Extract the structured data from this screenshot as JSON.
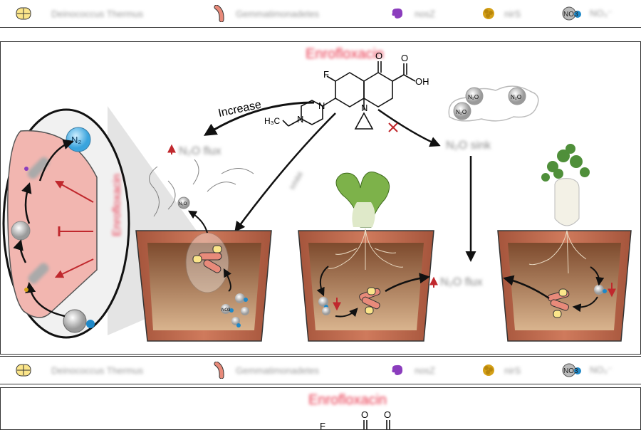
{
  "legend": {
    "items": [
      {
        "label": "Deinococcus Thermus",
        "icon": "yellow-cell-icon"
      },
      {
        "label": "Gemmatimonadetes",
        "icon": "red-rod-bacteria-icon"
      },
      {
        "label": "nosZ",
        "icon": "purple-protein-icon"
      },
      {
        "label": "nirS",
        "icon": "orange-protein-icon"
      },
      {
        "label": "NO₃⁻",
        "icon": "nitrate-molecule-icon",
        "badge": "NO3"
      }
    ]
  },
  "main": {
    "title": "Enrofloxacin",
    "arrow_increase_label": "Increase",
    "n2o_flux_label": "N₂O flux",
    "n2o_sink_label": "N₂O sink",
    "n2o_flux_center_label": "N₂O flux",
    "diagonal_label": "Inhibit",
    "zoom_title": "Enrofloxacin",
    "n2_label": "N₂",
    "n2o_badge": "N₂O",
    "no3_badge": "NO3",
    "cloud_labels": [
      "N₂O",
      "N₂O",
      "N₂O"
    ],
    "molecule": {
      "f": "F",
      "o": "O",
      "oh": "OH",
      "n1": "N",
      "n2": "N",
      "n3": "N",
      "h3c": "H₃C"
    }
  },
  "bottom": {
    "title": "Enrofloxacin",
    "molecule": {
      "f": "F",
      "o1": "O",
      "o2": "O"
    }
  },
  "colors": {
    "accent_red": "#e8334a",
    "arrow_red": "#c0282d",
    "pot": "#c06a4e",
    "soil": "#8c5a3a",
    "cell_pink": "#f2b6b0"
  }
}
